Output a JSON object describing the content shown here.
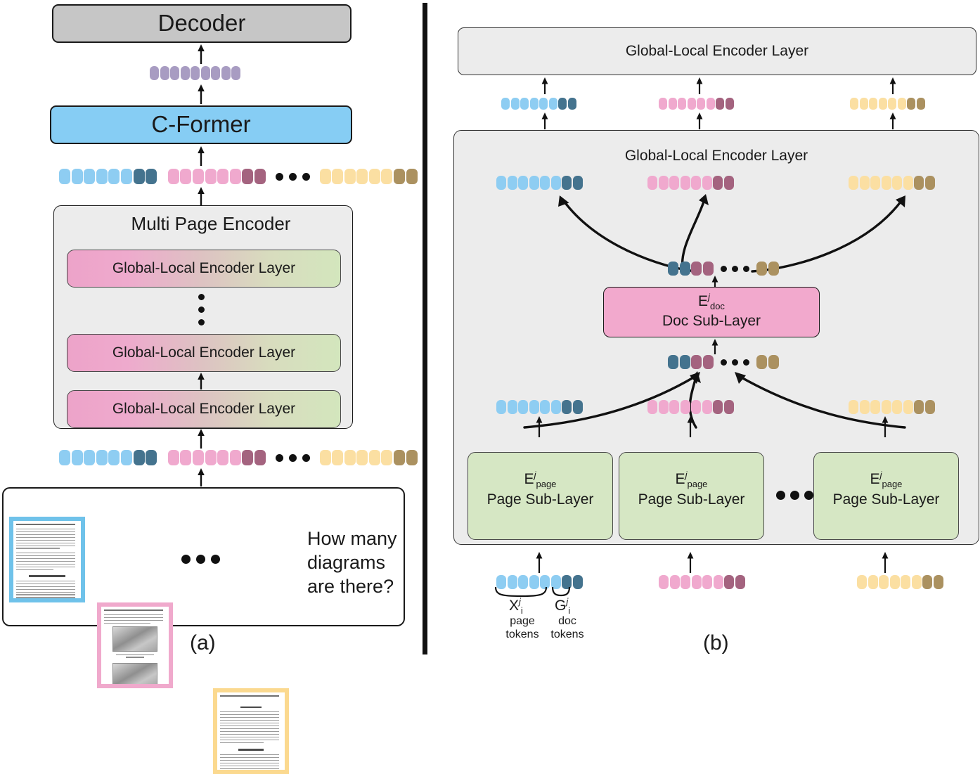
{
  "figure": {
    "panel_a_label": "(a)",
    "panel_b_label": "(b)"
  },
  "panel_a": {
    "decoder": "Decoder",
    "c_former": "C-Former",
    "multi_page_encoder": "Multi Page Encoder",
    "encoder_layers": [
      "Global-Local Encoder Layer",
      "Global-Local Encoder Layer",
      "Global-Local Encoder Layer"
    ],
    "vertical_ellipsis": "⋮",
    "question": "How many\ndiagrams\nare there?",
    "question_line_1": "How many",
    "question_line_2": "diagrams",
    "question_line_3": "are there?",
    "horizontal_ellipsis": "•••",
    "token_rows": {
      "decoder_input": {
        "count": 9,
        "color": "#a89cc2"
      },
      "c_former_input": {
        "groups": [
          {
            "light_count": 6,
            "light": "#8ecdf2",
            "dark_count": 2,
            "dark": "#44738e"
          },
          {
            "light_count": 6,
            "light": "#f0a9ce",
            "dark_count": 2,
            "dark": "#a4637f"
          },
          {
            "light_count": 6,
            "light": "#fbdfa2",
            "dark_count": 2,
            "dark": "#ab9160"
          }
        ]
      },
      "encoder_input": {
        "groups": [
          {
            "light_count": 6,
            "light": "#8ecdf2",
            "dark_count": 2,
            "dark": "#44738e"
          },
          {
            "light_count": 6,
            "light": "#f0a9ce",
            "dark_count": 2,
            "dark": "#a4637f"
          },
          {
            "light_count": 6,
            "light": "#fbdfa2",
            "dark_count": 2,
            "dark": "#ab9160"
          }
        ]
      }
    },
    "pages": [
      {
        "border_color": "#6fc2ea",
        "name": "page-thumbnail-1"
      },
      {
        "border_color": "#f0a9cc",
        "name": "page-thumbnail-2"
      },
      {
        "border_color": "#fbd98f",
        "name": "page-thumbnail-3"
      }
    ]
  },
  "panel_b": {
    "top_encoder_layer": "Global-Local Encoder Layer",
    "inner_encoder_layer": "Global-Local Encoder Layer",
    "doc_sublayer": {
      "symbol_base": "E",
      "symbol_sup": "j",
      "symbol_sub": "doc",
      "label": "Doc Sub-Layer"
    },
    "page_sublayers": [
      {
        "symbol_base": "E",
        "symbol_sup": "j",
        "symbol_sub": "page",
        "label": "Page Sub-Layer"
      },
      {
        "symbol_base": "E",
        "symbol_sup": "j",
        "symbol_sub": "page",
        "label": "Page Sub-Layer"
      },
      {
        "symbol_base": "E",
        "symbol_sup": "j",
        "symbol_sub": "page",
        "label": "Page Sub-Layer"
      }
    ],
    "horizontal_ellipsis": "•••",
    "annotations": {
      "x_symbol_base": "X",
      "x_symbol_sup": "j",
      "x_symbol_sub": "i",
      "x_caption_line1": "page",
      "x_caption_line2": "tokens",
      "g_symbol_base": "G",
      "g_symbol_sup": "j",
      "g_symbol_sub": "i",
      "g_caption_line1": "doc",
      "g_caption_line2": "tokens"
    },
    "colors": {
      "blue_light": "#8ecdf2",
      "blue_dark": "#44738e",
      "pink_light": "#f0a9ce",
      "pink_dark": "#a4637f",
      "tan_light": "#fbdfa2",
      "tan_dark": "#ab9160",
      "panel_bg": "#ececec",
      "doc_sublayer_bg": "#f2a9cd",
      "page_sublayer_bg": "#d6e7c4"
    }
  }
}
